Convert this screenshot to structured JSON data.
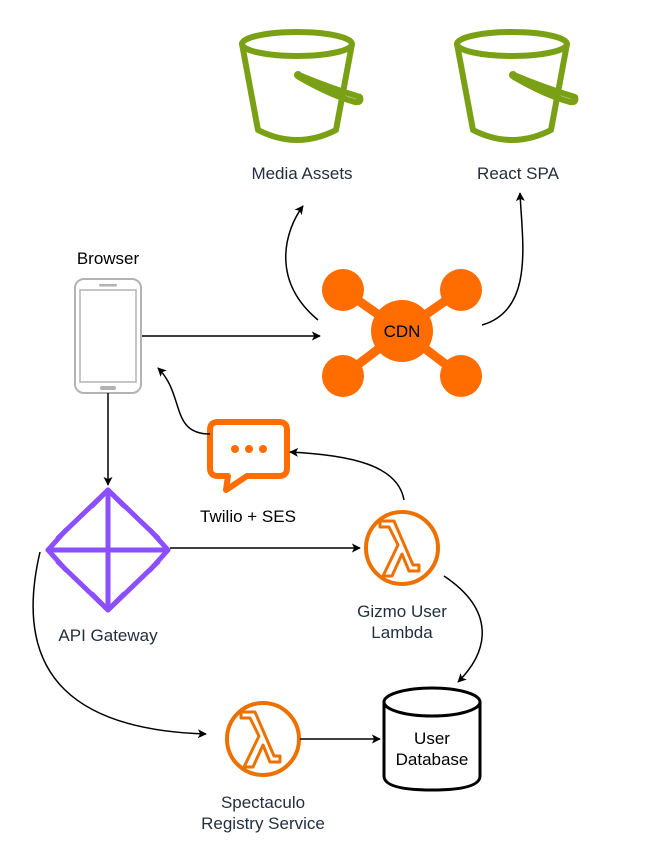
{
  "nodes": {
    "media_assets": {
      "label": "Media Assets",
      "icon": "s3-bucket-icon"
    },
    "react_spa": {
      "label": "React SPA",
      "icon": "s3-bucket-icon"
    },
    "browser": {
      "label": "Browser",
      "icon": "mobile-phone-icon"
    },
    "cdn": {
      "label": "CDN",
      "icon": "cdn-hub-icon"
    },
    "notify": {
      "label": "Twilio + SES",
      "icon": "chat-bubble-icon"
    },
    "api_gateway": {
      "label": "API Gateway",
      "icon": "api-gateway-icon"
    },
    "gizmo_lambda": {
      "label": "Gizmo User\nLambda",
      "icon": "lambda-icon"
    },
    "user_db": {
      "label": "User\nDatabase",
      "icon": "database-cylinder-icon"
    },
    "spectaculo": {
      "label": "Spectaculo\nRegistry Service",
      "icon": "lambda-icon"
    }
  },
  "colors": {
    "bucket_green": "#7aa116",
    "cdn_orange": "#ff6d00",
    "sms_orange": "#ff6d00",
    "lambda_orange": "#ed7100",
    "gateway_purple": "#8c4fff",
    "phone_gray": "#b3b3b3",
    "label_text": "#232f3e"
  }
}
